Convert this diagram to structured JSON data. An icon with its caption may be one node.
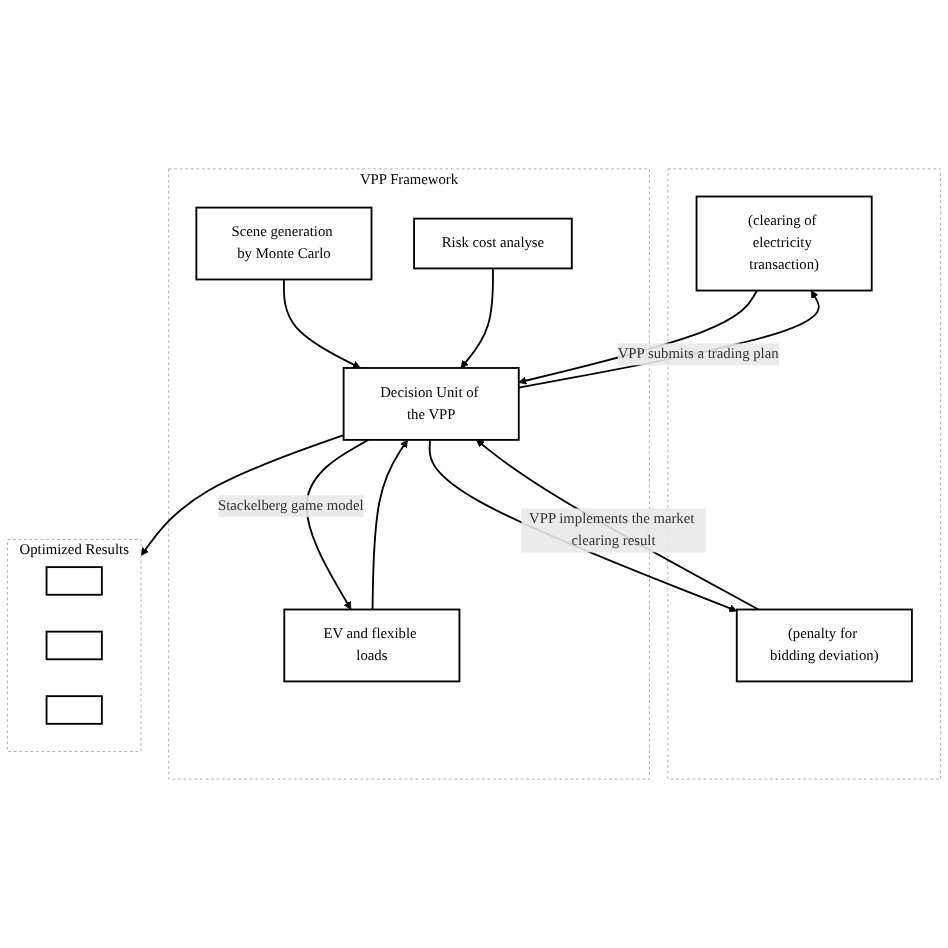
{
  "diagram": {
    "nodes": [
      {
        "text": [],
        "shape": "box"
      },
      {
        "text": [
          "(clearing of electricity transaction)"
        ],
        "in": 0
      },
      {
        "text": [
          "(penalty for bidding deviation)"
        ],
        "in": 0
      },
      {
        "text": [
          "VPP Framework"
        ]
      },
      {
        "text": [
          "Scene generation by Monte Carlo"
        ],
        "in": 3
      },
      {
        "text": [
          "Risk cost analyse"
        ],
        "in": 3
      },
      {
        "text": [
          "Decision Unit of the VPP"
        ],
        "in": 3
      },
      {
        "text": [
          "EV and flexible loads"
        ],
        "in": 3
      },
      {
        "text": [
          "Optimized Results"
        ]
      },
      {
        "text": [],
        "shape": "box",
        "in": 8
      },
      {
        "text": [],
        "shape": "box",
        "in": 8
      },
      {
        "text": [],
        "shape": "box",
        "in": 8
      }
    ],
    "edges": [
      {
        "from": 6,
        "to": 1,
        "arrow": "to",
        "label": "VPP submits a trading plan"
      },
      {
        "from": 6,
        "to": 2,
        "arrow": "to"
      },
      {
        "from": 1,
        "to": 6,
        "arrow": "to"
      },
      {
        "from": 2,
        "to": 6,
        "arrow": "to",
        "label": "VPP implements the market clearing result"
      },
      {
        "from": 4,
        "to": 6,
        "arrow": "to"
      },
      {
        "from": 5,
        "to": 6,
        "arrow": "to"
      },
      {
        "from": 6,
        "to": 7,
        "arrow": "to",
        "label": "Stackelberg game model"
      },
      {
        "from": 7,
        "to": 6,
        "arrow": "to"
      },
      {
        "from": 6,
        "to": 8,
        "arrow": "to"
      }
    ]
  }
}
